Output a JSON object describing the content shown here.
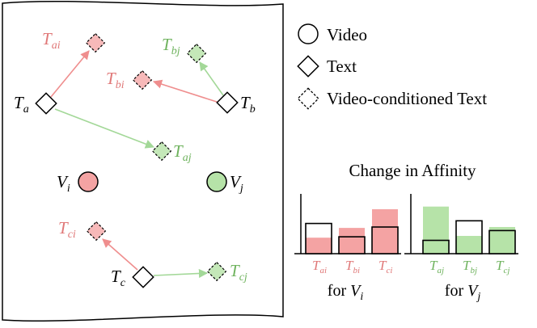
{
  "colors": {
    "video_i": "#f4a3a3",
    "video_j": "#b6e3a8",
    "text_i": "#e07878",
    "text_j": "#6fb35e",
    "arrow_i": "#ef8e8e",
    "arrow_j": "#a3d898",
    "bar_i": "#f4a3a3",
    "bar_j": "#b6e3a8"
  },
  "legend": {
    "video": "Video",
    "text": "Text",
    "vc_text": "Video-conditioned Text"
  },
  "labels": {
    "ta_main": "T",
    "ta_sub": "a",
    "tb_main": "T",
    "tb_sub": "b",
    "tc_main": "T",
    "tc_sub": "c",
    "vi_main": "V",
    "vi_sub": "i",
    "vj_main": "V",
    "vj_sub": "j",
    "tai_main": "T",
    "tai_sub": "ai",
    "tbi_main": "T",
    "tbi_sub": "bi",
    "tbj_main": "T",
    "tbj_sub": "bj",
    "taj_main": "T",
    "taj_sub": "aj",
    "tci_main": "T",
    "tci_sub": "ci",
    "tcj_main": "T",
    "tcj_sub": "cj"
  },
  "chart_title": "Change in Affinity",
  "chart_data": [
    {
      "type": "bar",
      "caption_main": "for V",
      "caption_sub": "i",
      "categories": [
        {
          "main": "T",
          "sub": "ai"
        },
        {
          "main": "T",
          "sub": "bi"
        },
        {
          "main": "T",
          "sub": "ci"
        }
      ],
      "before": [
        3.4,
        1.9,
        3.0
      ],
      "after": [
        1.8,
        2.9,
        5.0
      ]
    },
    {
      "type": "bar",
      "caption_main": "for V",
      "caption_sub": "j",
      "categories": [
        {
          "main": "T",
          "sub": "aj"
        },
        {
          "main": "T",
          "sub": "bj"
        },
        {
          "main": "T",
          "sub": "cj"
        }
      ],
      "before": [
        1.5,
        3.7,
        2.6
      ],
      "after": [
        5.3,
        2.0,
        3.0
      ]
    }
  ]
}
